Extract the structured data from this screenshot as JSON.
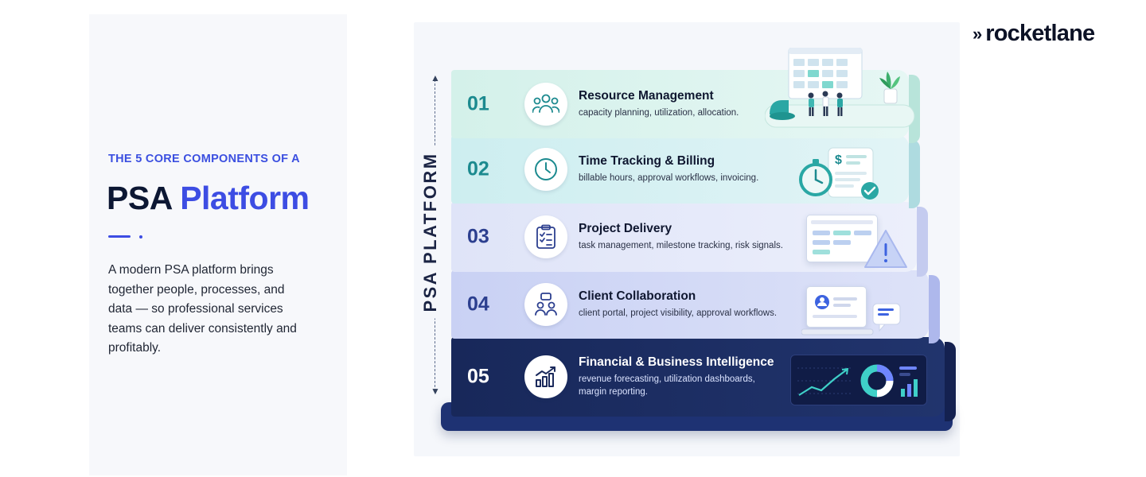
{
  "brand": {
    "name": "rocketlane",
    "mark": "»",
    "colors": {
      "accent": "#3d4de3",
      "navy": "#0c1733",
      "teal": "#1c8a8f"
    }
  },
  "intro": {
    "eyebrow": "THE 5 CORE COMPONENTS OF A",
    "headline_prefix": "PSA",
    "headline_accent": "Platform",
    "body": "A modern PSA platform brings together people, processes, and data — so professional services teams can deliver consistently and profitably."
  },
  "axis": {
    "label": "PSA PLATFORM"
  },
  "tiers": [
    {
      "number": "01",
      "title": "Resource Management",
      "subtitle": "capacity planning, utilization, allocation.",
      "icon": "team-icon",
      "art": "team-planning-board"
    },
    {
      "number": "02",
      "title": "Time Tracking & Billing",
      "subtitle": "billable hours, approval workflows, invoicing.",
      "icon": "clock-icon",
      "art": "stopwatch-invoice"
    },
    {
      "number": "03",
      "title": "Project Delivery",
      "subtitle": "task management, milestone tracking, risk signals.",
      "icon": "checklist-icon",
      "art": "task-board-warning"
    },
    {
      "number": "04",
      "title": "Client Collaboration",
      "subtitle": "client portal, project visibility, approval workflows.",
      "icon": "people-chat-icon",
      "art": "laptop-portal"
    },
    {
      "number": "05",
      "title": "Financial & Business Intelligence",
      "subtitle_line1": "revenue forecasting, utilization dashboards,",
      "subtitle_line2": "margin reporting.",
      "icon": "growth-chart-icon",
      "art": "dashboard-panel"
    }
  ]
}
